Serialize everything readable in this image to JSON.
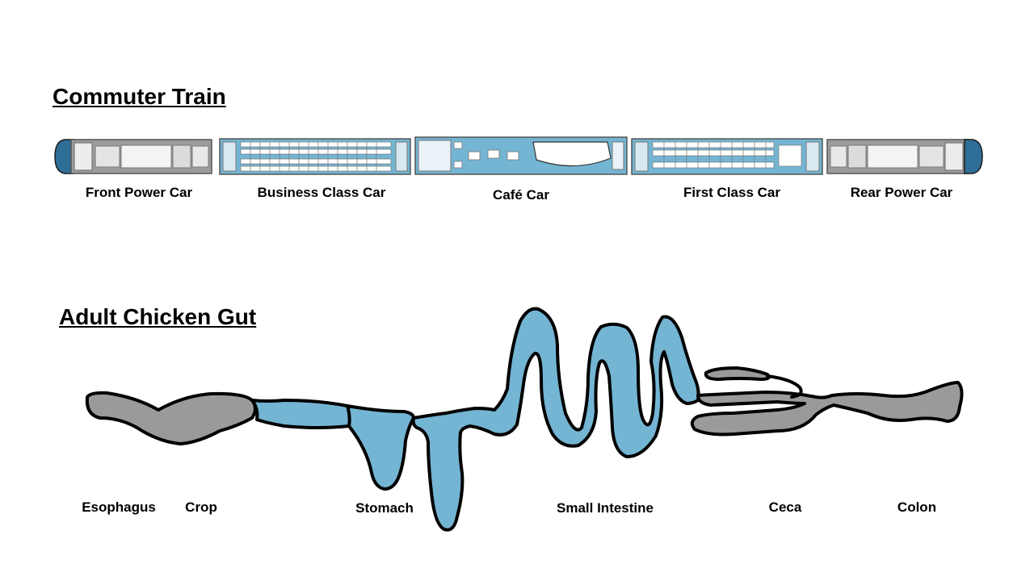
{
  "colors": {
    "passenger_blue": "#74b5d3",
    "power_gray": "#9c9c9e",
    "organ_gray": "#9a9a9a",
    "organ_blue": "#74b5d3",
    "outline": "#000000",
    "nose_blue": "#2f6f97"
  },
  "train": {
    "title": "Commuter Train",
    "cars": [
      {
        "label": "Front Power Car",
        "kind": "power"
      },
      {
        "label": "Business Class Car",
        "kind": "passenger"
      },
      {
        "label": "Café Car",
        "kind": "cafe"
      },
      {
        "label": "First Class Car",
        "kind": "passenger"
      },
      {
        "label": "Rear Power Car",
        "kind": "power"
      }
    ]
  },
  "gut": {
    "title": "Adult Chicken Gut",
    "segments": [
      {
        "label": "Esophagus",
        "color": "gray"
      },
      {
        "label": "Crop",
        "color": "gray"
      },
      {
        "label": "Stomach",
        "color": "blue"
      },
      {
        "label": "Small Intestine",
        "color": "blue"
      },
      {
        "label": "Ceca",
        "color": "gray"
      },
      {
        "label": "Colon",
        "color": "gray"
      }
    ]
  }
}
